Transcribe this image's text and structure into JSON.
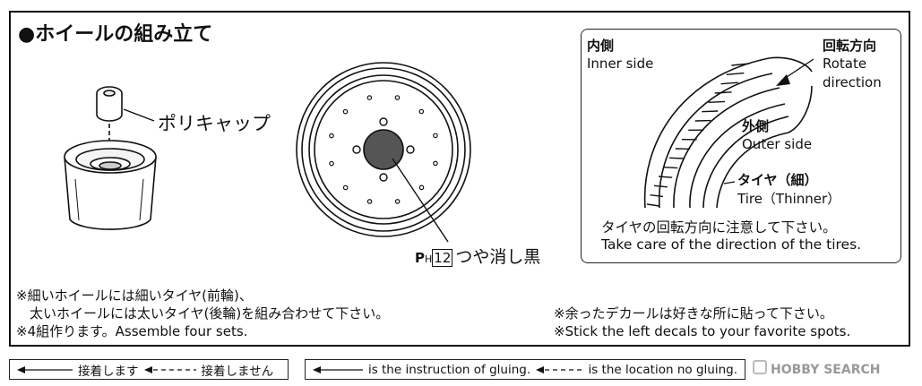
{
  "section_title": "●ホイールの組み立て",
  "parts": {
    "polycap_label": "ポリキャップ",
    "paint_code_prefix": "P",
    "paint_code_sub": "H",
    "paint_code_number": "12",
    "paint_name": "つや消し黒"
  },
  "tire_diagram": {
    "inner_side_ja": "内側",
    "inner_side_en": "Inner side",
    "rotate_ja": "回転方向",
    "rotate_en_1": "Rotate",
    "rotate_en_2": "direction",
    "outer_side_ja": "外側",
    "outer_side_en": "Outer side",
    "tire_ja": "タイヤ（細）",
    "tire_en": "Tire（Thinner）",
    "caution_ja": "タイヤの回転方向に注意して下さい。",
    "caution_en": "Take care of the direction of the tires."
  },
  "notes": {
    "left_1": "※細いホイールには細いタイヤ(前輪)、",
    "left_2": "　太いホイールには太いタイヤ(後輪)を組み合わせて下さい。",
    "left_3": "※4組作ります。Assemble four sets.",
    "right_1": "※余ったデカールは好きな所に貼って下さい。",
    "right_2": "※Stick the left decals to your favorite spots."
  },
  "legend": {
    "glue_ja": "接着します",
    "noglue_ja": "接着しません",
    "glue_en": "is the instruction of gluing.",
    "noglue_en": "is the location no gluing."
  },
  "watermark": "HOBBY SEARCH"
}
